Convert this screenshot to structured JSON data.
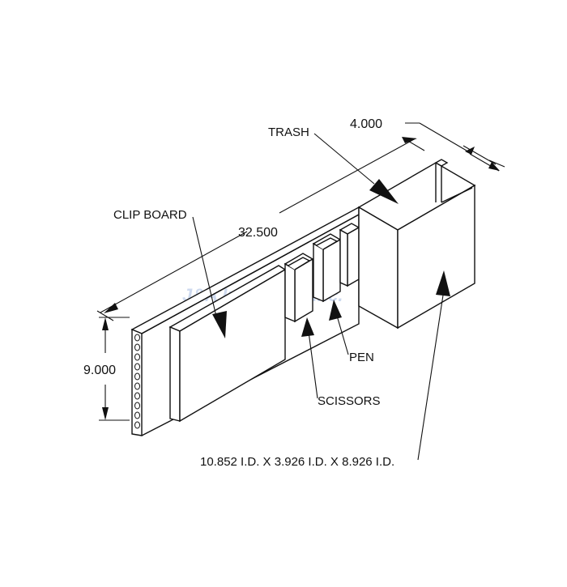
{
  "labels": {
    "trash": "TRASH",
    "clip_board": "CLIP BOARD",
    "pen": "PEN",
    "scissors": "SCISSORS",
    "inner_dimensions": "10.852 I.D. X 3.926 I.D. X 8.926 I.D."
  },
  "dimensions": {
    "width": "4.000",
    "length": "32.500",
    "height": "9.000"
  },
  "watermark": "J&A Industries Inc.",
  "colors": {
    "line": "#111111",
    "background": "#ffffff",
    "watermark": "#c9d6ee"
  }
}
